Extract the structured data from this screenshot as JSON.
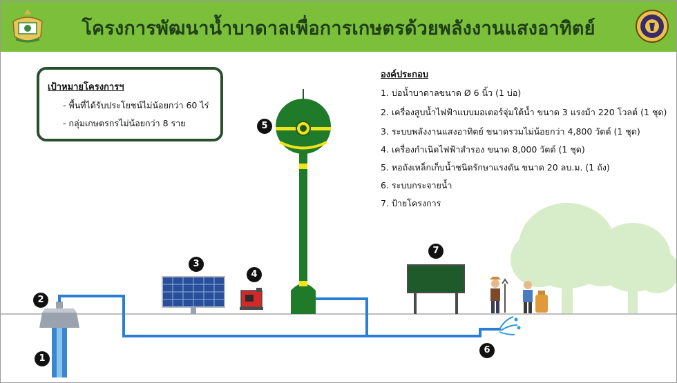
{
  "header": {
    "title": "โครงการพัฒนาน้ำบาดาลเพื่อการเกษตรด้วยพลังงานแสงอาทิตย์",
    "bg_color": "#7cbf3a",
    "left_logo": "ministry-seal-logo",
    "right_logo": "department-seal-logo"
  },
  "goals": {
    "title": "เป้าหมายโครงการฯ",
    "items": [
      "- พื้นที่ได้รับประโยชน์ไม่น้อยกว่า 60 ไร่",
      "- กลุ่มเกษตรกรไม่น้อยกว่า 8 ราย"
    ]
  },
  "components": {
    "title": "องค์ประกอบ",
    "items": [
      "1. บ่อน้ำบาดาลขนาด Ø 6 นิ้ว (1 บ่อ)",
      "2. เครื่องสูบน้ำไฟฟ้าแบบมอเตอร์จุ่มใต้น้ำ ขนาด 3 แรงม้า 220 โวลต์ (1 ชุด)",
      "3. ระบบพลังงานแสงอาทิตย์ ขนาดรวมไม่น้อยกว่า 4,800 วัตต์ (1 ชุด)",
      "4. เครื่องกำเนิดไฟฟ้าสำรอง ขนาด 8,000 วัตต์ (1 ชุด)",
      "5. หอถังเหล็กเก็บน้ำชนิดรักษาแรงดัน ขนาด 20 ลบ.ม. (1 ถัง)",
      "6. ระบบกระจายน้ำ",
      "7. ป้ายโครงการ"
    ]
  },
  "markers": [
    "1",
    "2",
    "3",
    "4",
    "5",
    "6",
    "7"
  ],
  "colors": {
    "pipe": "#2a7fd4",
    "tower": "#1f7a2a",
    "tower_band": "#f2e21a",
    "ground": "#bdbdbd",
    "tree": "#d7ecc8",
    "sign": "#1f5a2a"
  }
}
